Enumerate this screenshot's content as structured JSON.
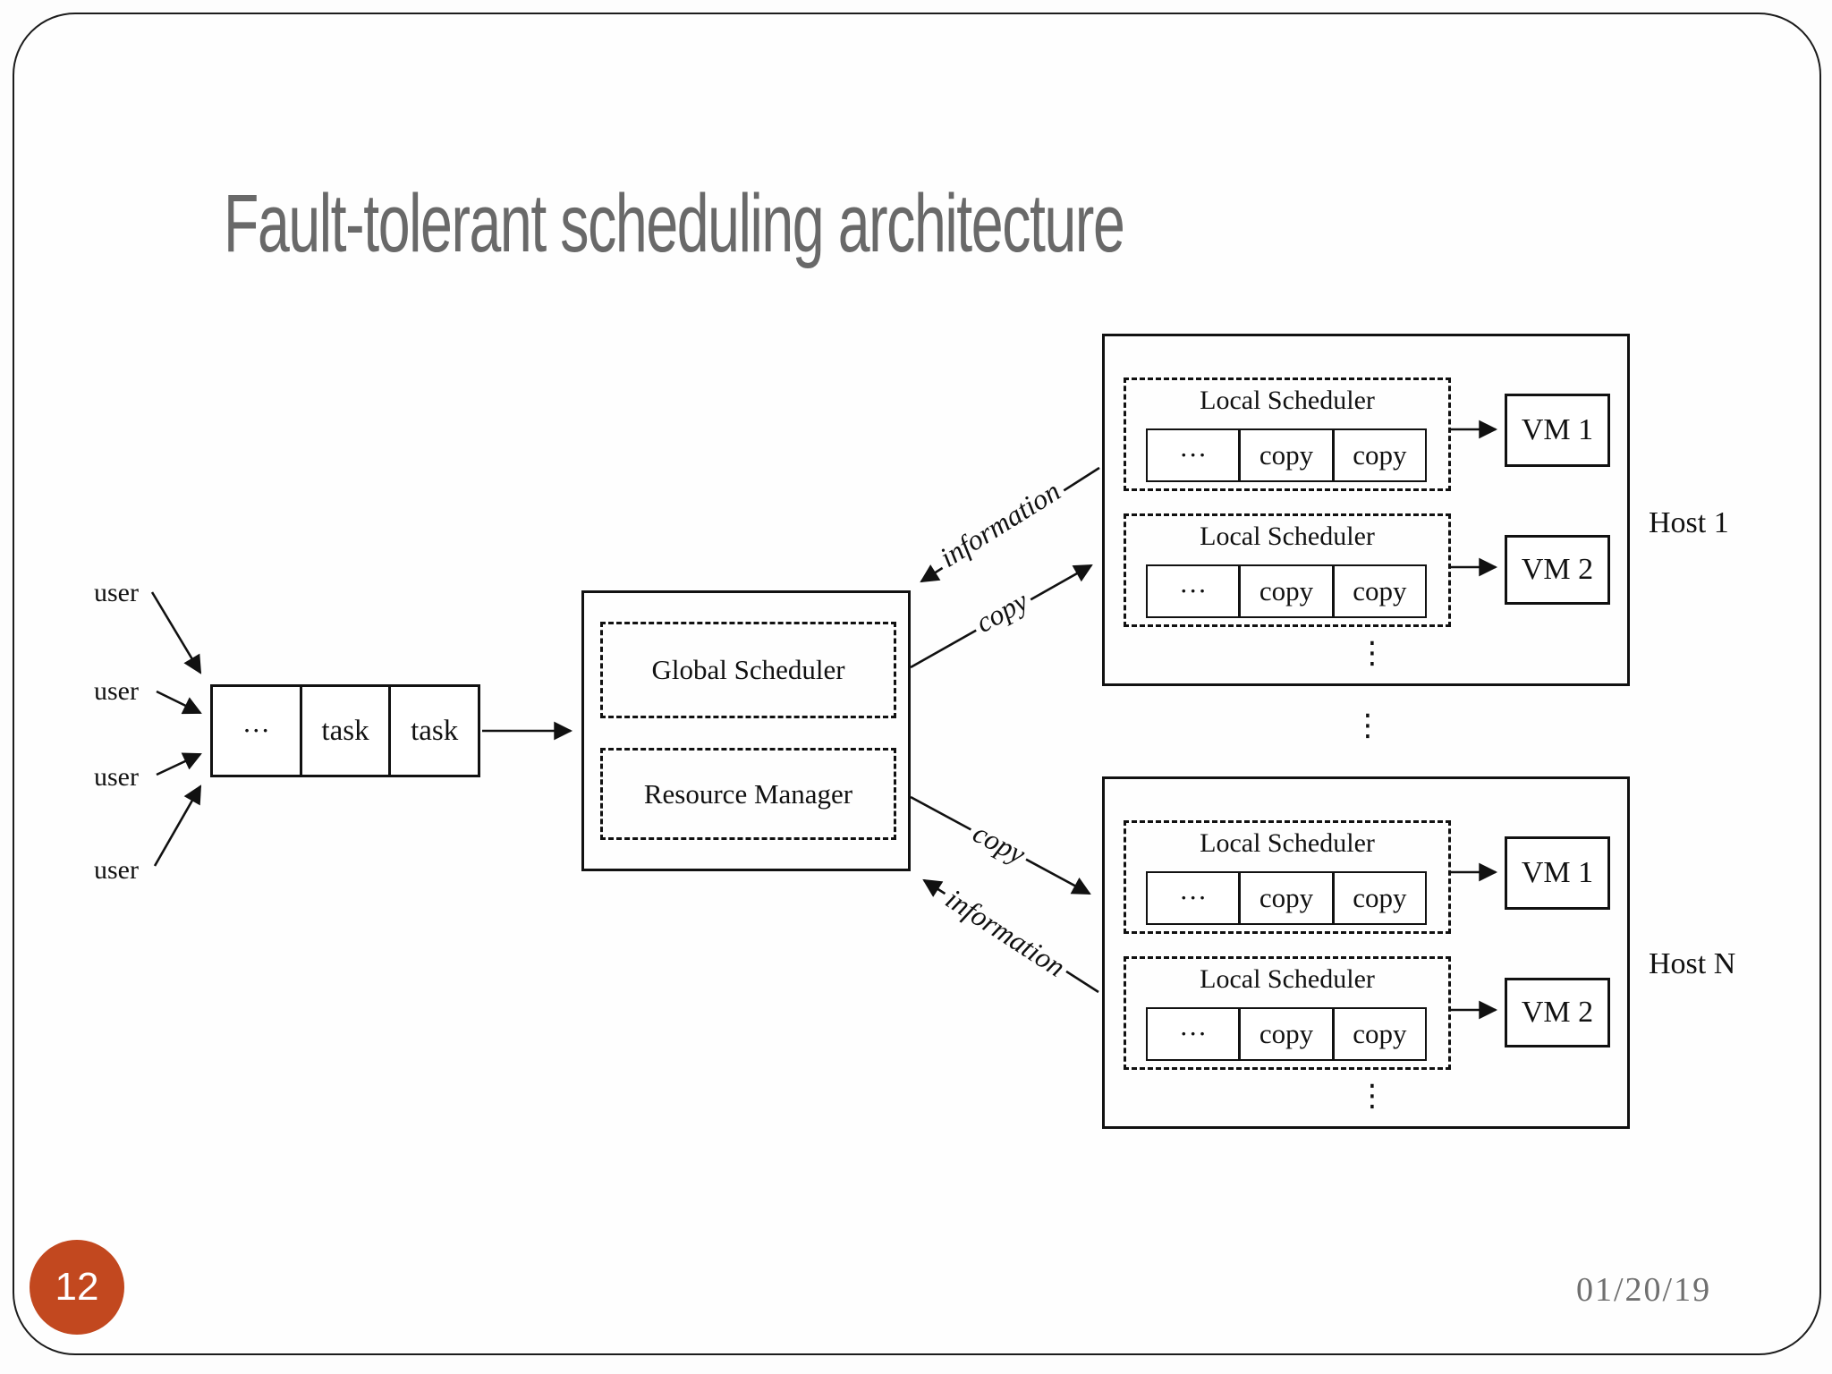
{
  "slide": {
    "title": "Fault-tolerant scheduling architecture",
    "page_number": "12",
    "date": "01/20/19",
    "accent_color": "#c2481f"
  },
  "diagram": {
    "users": {
      "labels": [
        "user",
        "user",
        "user",
        "user"
      ]
    },
    "task_queue": {
      "cells": [
        "···",
        "task",
        "task"
      ]
    },
    "central": {
      "global_scheduler": "Global Scheduler",
      "resource_manager": "Resource Manager"
    },
    "edges": {
      "information_top": "information",
      "copy_top": "copy",
      "copy_bottom": "copy",
      "information_bottom": "information"
    },
    "hosts": [
      {
        "name": "Host 1",
        "schedulers": [
          {
            "label": "Local Scheduler",
            "cells": [
              "···",
              "copy",
              "copy"
            ]
          },
          {
            "label": "Local Scheduler",
            "cells": [
              "···",
              "copy",
              "copy"
            ]
          }
        ],
        "vms": [
          "VM 1",
          "VM 2"
        ],
        "more": "⋮"
      },
      {
        "name": "Host N",
        "schedulers": [
          {
            "label": "Local Scheduler",
            "cells": [
              "···",
              "copy",
              "copy"
            ]
          },
          {
            "label": "Local Scheduler",
            "cells": [
              "···",
              "copy",
              "copy"
            ]
          }
        ],
        "vms": [
          "VM 1",
          "VM 2"
        ],
        "more": "⋮"
      }
    ],
    "hosts_gap_more": "⋮"
  }
}
